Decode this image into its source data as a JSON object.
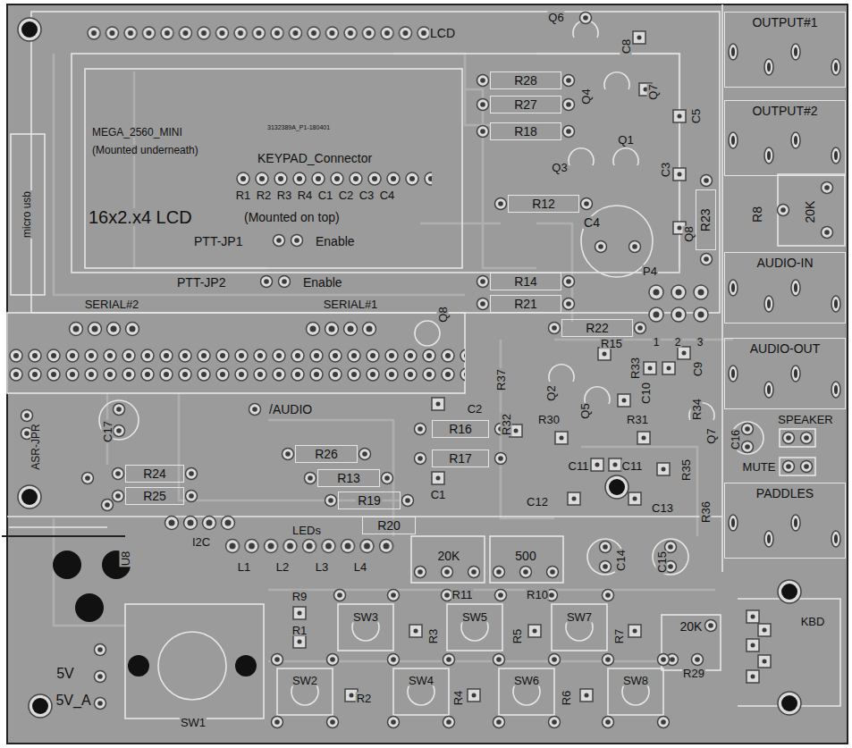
{
  "diagram": {
    "nodes": [
      {
        "text": [
          "R28"
        ]
      },
      {
        "text": [
          "R27"
        ]
      },
      {
        "text": [
          "R18"
        ]
      },
      {
        "text": [
          "R12"
        ]
      },
      {
        "text": [
          "R23"
        ]
      },
      {
        "text": [
          "R14"
        ]
      },
      {
        "text": [
          "R21"
        ]
      },
      {
        "text": [
          "R22"
        ]
      },
      {
        "text": [
          "R16"
        ]
      },
      {
        "text": [
          "R17"
        ]
      },
      {
        "text": [
          "R26"
        ]
      },
      {
        "text": [
          "R13"
        ]
      },
      {
        "text": [
          "R19"
        ]
      },
      {
        "text": [
          "R20"
        ]
      },
      {
        "text": [
          "R24"
        ]
      },
      {
        "text": [
          "R25"
        ]
      },
      {
        "text": [
          "OUTPUT#1"
        ]
      },
      {
        "text": [
          "OUTPUT#2"
        ]
      },
      {
        "text": [
          "AUDIO-IN"
        ]
      },
      {
        "text": [
          "AUDIO-OUT"
        ]
      },
      {
        "text": [
          "PADDLES"
        ]
      }
    ],
    "labels": [
      "LCD",
      "Q6",
      "C8",
      "Q4",
      "Q7",
      "C5",
      "Q1",
      "Q3",
      "C3",
      "C4",
      "Q8",
      "R8",
      "20K",
      "P4",
      "1",
      "2",
      "3",
      "R15",
      "R33",
      "C9",
      "R37",
      "Q2",
      "C10",
      "Q5",
      "R34",
      "C2",
      "R32",
      "R30",
      "R31",
      "Q7",
      "C16",
      "SPEAKER",
      "MUTE",
      "C11",
      "C11",
      "R35",
      "C1",
      "C12",
      "C13",
      "R36",
      "C14",
      "C15",
      "MEGA_2560_MINI",
      "(Mounted underneath)",
      "3132389A_P1-180401",
      "KEYPAD_Connector",
      "R1",
      "R2",
      "R3",
      "R4",
      "C1",
      "C2",
      "C3",
      "C4",
      "16x2.x4 LCD",
      "(Mounted on top)",
      "PTT-JP1",
      "Enable",
      "PTT-JP2",
      "Enable",
      "SERIAL#2",
      "SERIAL#1",
      "/AUDIO",
      "ASR-JPR",
      "C17",
      "micro usb",
      "I2C",
      "LEDs",
      "L1",
      "L2",
      "L3",
      "L4",
      "U8",
      "20K",
      "500",
      "R11",
      "R10",
      "R9",
      "R1",
      "SW3",
      "SW5",
      "SW7",
      "R3",
      "R5",
      "R7",
      "SW2",
      "SW4",
      "SW6",
      "SW8",
      "R2",
      "R4",
      "R6",
      "20K",
      "R29",
      "KBD",
      "5V",
      "5V_A",
      "SW1",
      "Q8"
    ]
  }
}
